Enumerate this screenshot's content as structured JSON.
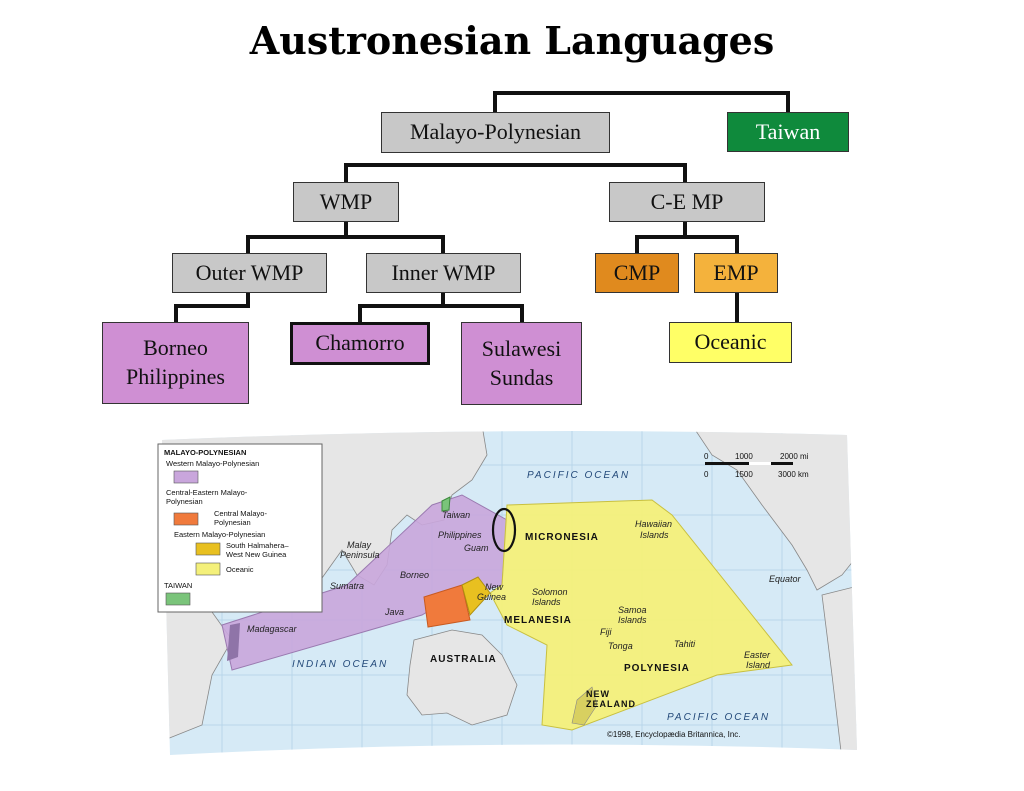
{
  "title": "Austronesian Languages",
  "tree": {
    "malayo_polynesian": "Malayo-Polynesian",
    "taiwan": "Taiwan",
    "wmp": "WMP",
    "cemp": "C-E MP",
    "outer_wmp": "Outer WMP",
    "inner_wmp": "Inner WMP",
    "cmp": "CMP",
    "emp": "EMP",
    "borneo_1": "Borneo",
    "borneo_2": "Philippines",
    "chamorro": "Chamorro",
    "sulawesi_1": "Sulawesi",
    "sulawesi_2": "Sundas",
    "oceanic": "Oceanic"
  },
  "map": {
    "legend": {
      "heading": "MALAYO-POLYNESIAN",
      "wmp": "Western Malayo-Polynesian",
      "cemp_1": "Central-Eastern Malayo-",
      "cemp_2": "Polynesian",
      "cmp_1": "Central Malayo-",
      "cmp_2": "Polynesian",
      "emp": "Eastern Malayo-Polynesian",
      "shwng_1": "South Halmahera–",
      "shwng_2": "West New Guinea",
      "oceanic": "Oceanic",
      "taiwan": "TAIWAN"
    },
    "scale": {
      "t0": "0",
      "t1000mi": "1000",
      "t2000mi": "2000 mi",
      "b0": "0",
      "b1500km": "1500",
      "b3000km": "3000 km"
    },
    "labels": {
      "pacific_top": "PACIFIC OCEAN",
      "pacific_bottom": "PACIFIC OCEAN",
      "indian": "INDIAN OCEAN",
      "taiwan": "Taiwan",
      "philippines": "Philippines",
      "guam": "Guam",
      "micronesia": "MICRONESIA",
      "hawaiian_1": "Hawaiian",
      "hawaiian_2": "Islands",
      "equator": "Equator",
      "malay_1": "Malay",
      "malay_2": "Peninsula",
      "sumatra": "Sumatra",
      "borneo": "Borneo",
      "java": "Java",
      "new_guinea_1": "New",
      "new_guinea_2": "Guinea",
      "solomon_1": "Solomon",
      "solomon_2": "Islands",
      "melanesia": "MELANESIA",
      "fiji": "Fiji",
      "samoa_1": "Samoa",
      "samoa_2": "Islands",
      "tonga": "Tonga",
      "tahiti": "Tahiti",
      "polynesia": "POLYNESIA",
      "easter_1": "Easter",
      "easter_2": "Island",
      "madagascar": "Madagascar",
      "australia": "AUSTRALIA",
      "new_zealand_1": "NEW",
      "new_zealand_2": "ZEALAND",
      "copyright": "©1998, Encyclopædia Britannica, Inc."
    }
  },
  "colors": {
    "gray": "#c8c8c8",
    "taiwan_green": "#0f8a3c",
    "cmp_orange": "#e08a1e",
    "emp_orange": "#f4b23c",
    "oceanic_yellow": "#ffff66",
    "wmp_purple": "#cf8fd3",
    "map_purple": "#c9a6dc",
    "map_yellow": "#f4f07a",
    "map_orange": "#f07a3c"
  }
}
